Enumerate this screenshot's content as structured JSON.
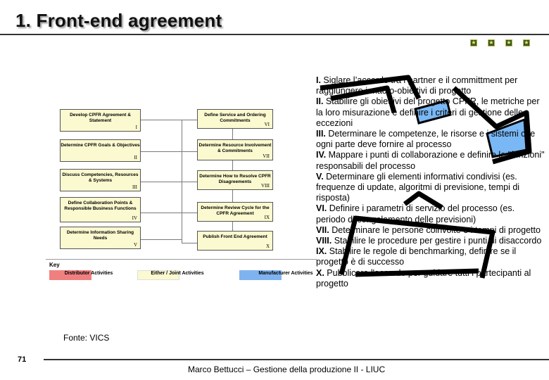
{
  "title": "1. Front-end agreement",
  "diagram": {
    "left_boxes": [
      {
        "label": "Develop CPFR Agreement & Statement",
        "numeral": "I"
      },
      {
        "label": "Determine CPFR Goals & Objectives",
        "numeral": "II"
      },
      {
        "label": "Discuss Competencies, Resources & Systems",
        "numeral": "III"
      },
      {
        "label": "Define Collaboration Points & Responsible Business Functions",
        "numeral": "IV"
      },
      {
        "label": "Determine Information Sharing Needs",
        "numeral": "V"
      }
    ],
    "right_boxes": [
      {
        "label": "Define Service and Ordering Commitments",
        "numeral": "VI"
      },
      {
        "label": "Determine Resource Involvement & Commitments",
        "numeral": "VII"
      },
      {
        "label": "Determine How to Resolve CPFR Disagreements",
        "numeral": "VIII"
      },
      {
        "label": "Determine Review Cycle for the CPFR Agreement",
        "numeral": "IX"
      },
      {
        "label": "Publish Front End Agreement",
        "numeral": "X"
      }
    ],
    "key": {
      "heading": "Key",
      "items": [
        {
          "label": "Distributor Activities",
          "color": "#f08080"
        },
        {
          "label": "Either / Joint Activities",
          "color": "#fbf9cf"
        },
        {
          "label": "Manufacturer Activities",
          "color": "#7fb3f0"
        }
      ]
    }
  },
  "steps": [
    {
      "num": "I.",
      "text": " Siglare l’accordo tra i partner e il committment per raggiungere i macro-obiettivi di progetto"
    },
    {
      "num": "II.",
      "text": " Stabilire gli obiettivi del progetto CPFR, le metriche per la loro misurazione e definire i criteri di gestione delle eccezioni"
    },
    {
      "num": "III.",
      "text": " Determinare le competenze, le risorse e i sistemi che ogni parte deve fornire al processo"
    },
    {
      "num": "IV.",
      "text": " Mappare i punti di collaborazione e definire le \"funzioni\" responsabili del processo"
    },
    {
      "num": "V.",
      "text": " Determinare gli elementi informativi condivisi (es. frequenze di update, algoritmi di previsione, tempi di risposta)"
    },
    {
      "num": "VI.",
      "text": " Definire i parametri di servizio del processo (es. periodo di congelamento delle previsioni)"
    },
    {
      "num": "VII.",
      "text": " Determinare le persone coinvolte e i tempi di progetto"
    },
    {
      "num": "VIII.",
      "text": " Stabilire le procedure per gestire i punti di disaccordo"
    },
    {
      "num": "IX.",
      "text": " Stabilire le regole di benchmarking, definire se il progetto è di successo"
    },
    {
      "num": "X.",
      "text": " Pubblicare l'accordo per guidare tutti i partecipanti al progetto"
    }
  ],
  "source": "Fonte: VICS",
  "page_number": "71",
  "footer": "Marco Bettucci – Gestione della produzione II - LIUC"
}
